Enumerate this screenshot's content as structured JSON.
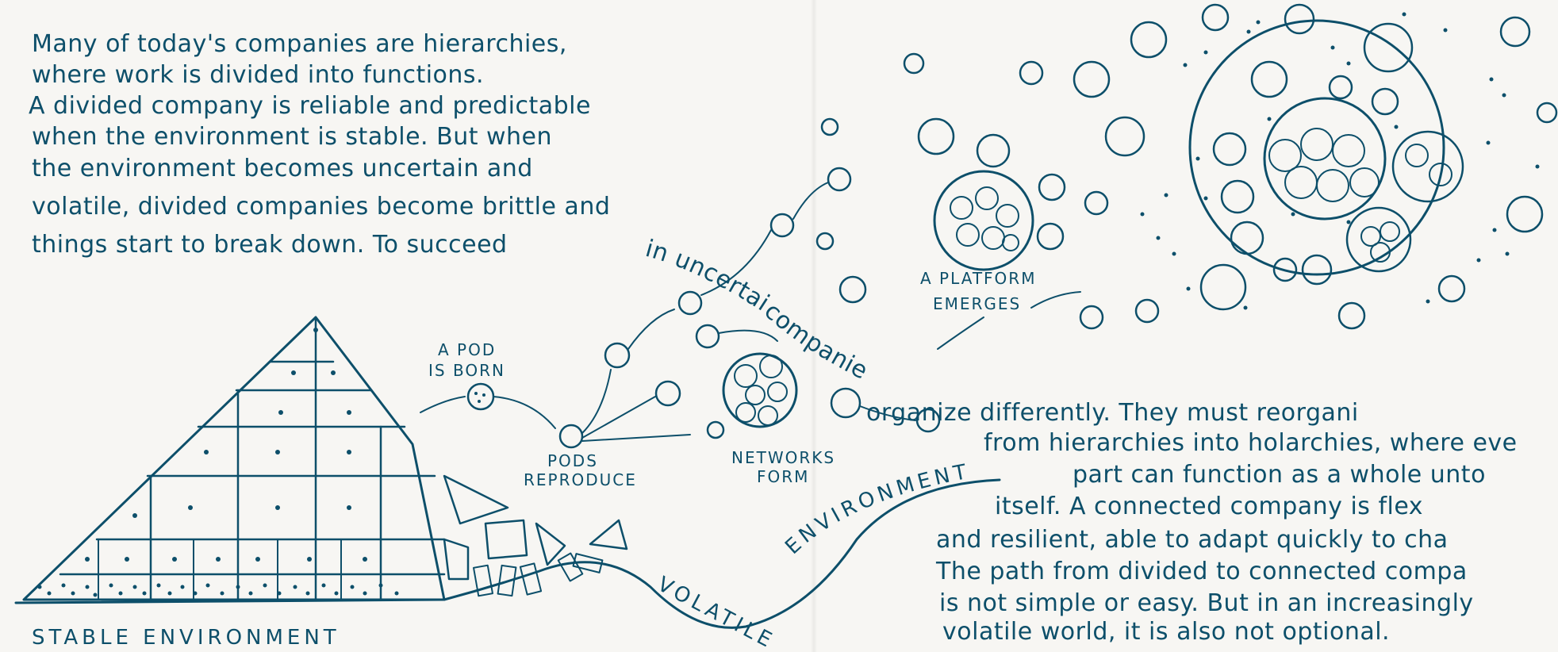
{
  "intro_text": {
    "lines": [
      "Many of today's companies are hierarchies,",
      "where work is divided into functions.",
      "A divided company is reliable and predictable",
      "when the environment is stable. But when",
      "the environment becomes uncertain and",
      "volatile, divided companies become brittle and",
      "things start to break down. To succeed"
    ]
  },
  "curved_text": {
    "part1": "in uncertain times,",
    "part2": "companies must"
  },
  "outro_text": {
    "lines": [
      "organize differently. They must reorgani",
      "from hierarchies into holarchies, where eve",
      "part can function as a whole unto",
      "itself. A connected company is flex",
      "and resilient, able to adapt quickly to cha",
      "The path from divided to connected compa",
      "is not simple or easy. But in an increasingly",
      "volatile world, it is also not optional."
    ]
  },
  "stage_labels": {
    "pod_born": [
      "A POD",
      "IS BORN"
    ],
    "pods_reproduce": [
      "PODS",
      "REPRODUCE"
    ],
    "networks_form": [
      "NETWORKS",
      "FORM"
    ],
    "platform_emerges": [
      "A PLATFORM",
      "EMERGES"
    ]
  },
  "environment_labels": {
    "stable": "STABLE ENVIRONMENT",
    "volatile_1": "VOLATILE",
    "volatile_2": "ENVIRONMENT"
  },
  "colors": {
    "ink": "#0d4f6a",
    "paper": "#f7f6f3"
  }
}
